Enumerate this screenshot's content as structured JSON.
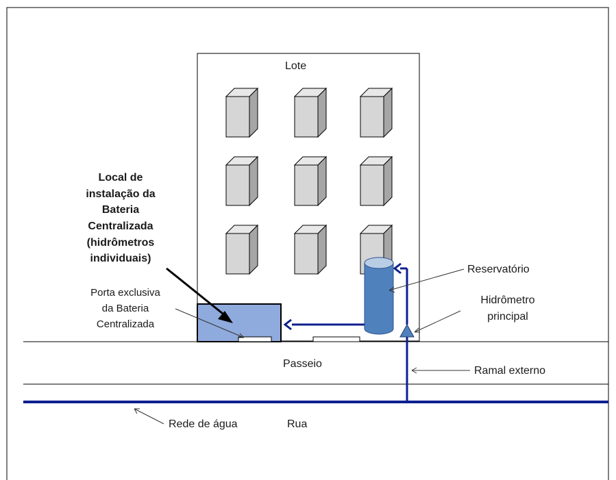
{
  "labels": {
    "lote": "Lote",
    "local_lines": [
      "Local de",
      "instalação da",
      "Bateria",
      "Centralizada",
      "(hidrômetros",
      "individuais)"
    ],
    "porta_lines": [
      "Porta exclusiva",
      "da Bateria",
      "Centralizada"
    ],
    "reservatorio": "Reservatório",
    "hidrometro_lines": [
      "Hidrômetro",
      "principal"
    ],
    "passeio": "Passeio",
    "ramal_externo": "Ramal externo",
    "rede_de_agua": "Rede de água",
    "rua": "Rua"
  },
  "colors": {
    "pipe": "#0d1f8f",
    "battery_fill": "#8faadc",
    "reservoir_fill": "#4f81bd",
    "reservoir_top": "#b9cde5",
    "box_front": "#d6d6d6",
    "box_side": "#a6a6a6",
    "meter": "#4f81bd"
  }
}
